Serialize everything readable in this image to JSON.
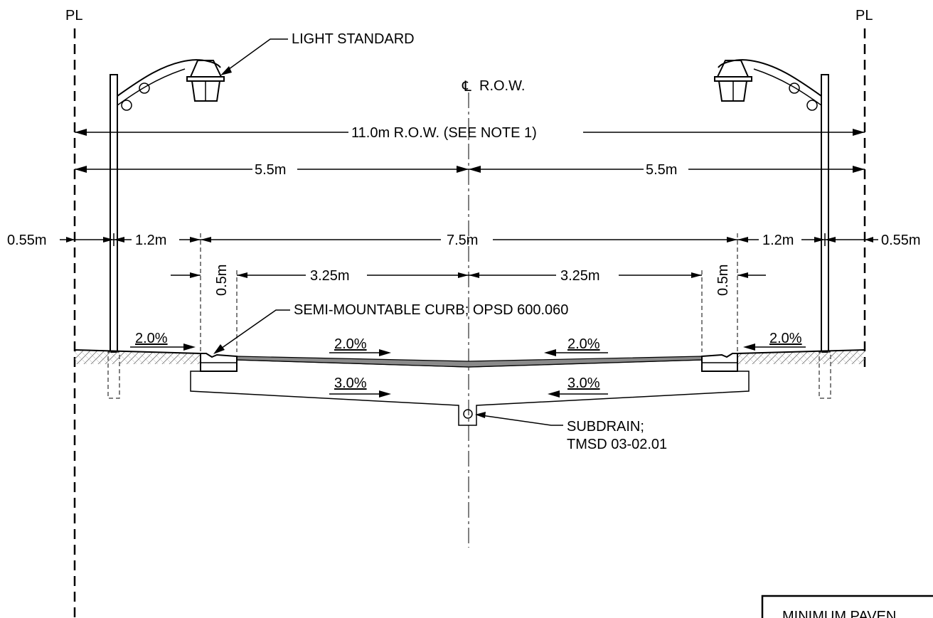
{
  "labels": {
    "pl_left": "PL",
    "pl_right": "PL",
    "light_standard": "LIGHT STANDARD",
    "cl_row": "R.O.W.",
    "row_total": "11.0m R.O.W. (SEE NOTE 1)",
    "half_left": "5.5m",
    "half_right": "5.5m",
    "blvd_left": "0.55m",
    "blvd_right": "0.55m",
    "sidewalk_left": "1.2m",
    "sidewalk_right": "1.2m",
    "pavement": "7.5m",
    "lane_left": "3.25m",
    "lane_right": "3.25m",
    "curb_left": "0.5m",
    "curb_right": "0.5m",
    "curb_note": "SEMI-MOUNTABLE CURB; OPSD 600.060",
    "slope_blvd_left": "2.0%",
    "slope_blvd_right": "2.0%",
    "slope_pave_left": "2.0%",
    "slope_pave_right": "2.0%",
    "slope_base_left": "3.0%",
    "slope_base_right": "3.0%",
    "subdrain_line1": "SUBDRAIN;",
    "subdrain_line2": "TMSD 03-02.01",
    "title_box": "MINIMUM PAVEN"
  },
  "colors": {
    "ink": "#000000",
    "asphalt": "#8a8a8a",
    "granular": "#d9d9d9",
    "background": "#ffffff"
  }
}
